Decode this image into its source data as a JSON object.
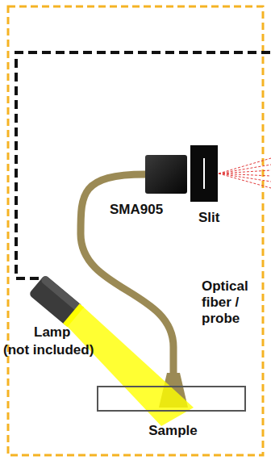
{
  "diagram": {
    "nodes": [
      {
        "text": [
          "SMA905"
        ]
      },
      {
        "text": [
          "Slit"
        ]
      },
      {
        "text": [
          "Lamp",
          "(not included)"
        ]
      },
      {
        "text": [
          "Sample"
        ]
      }
    ],
    "edges": [
      {
        "from": 0,
        "to": 3,
        "arrow": "none"
      }
    ],
    "labels": [
      "Optical fiber / probe"
    ]
  }
}
